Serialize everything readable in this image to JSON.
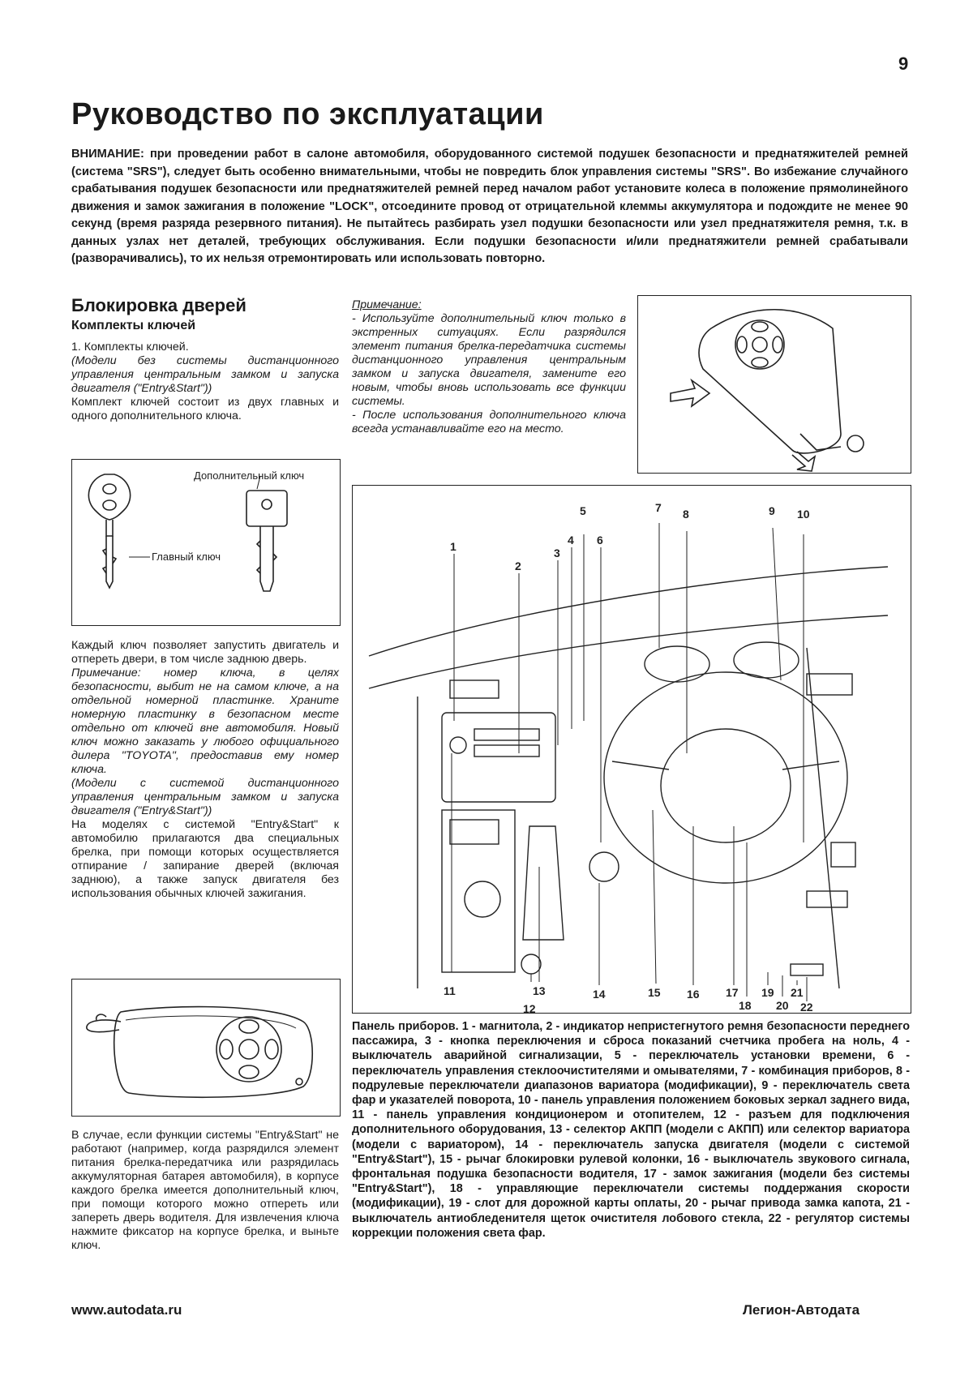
{
  "page": {
    "number": "9",
    "title": "Руководство по эксплуатации"
  },
  "warning": {
    "lead": "ВНИМАНИЕ:",
    "text": " при проведении работ в салоне автомобиля, оборудованного системой подушек безопасности и преднатяжителей ремней (система \"SRS\"), следует быть особенно внимательными, чтобы не повредить блок управления системы \"SRS\". Во избежание случайного срабатывания подушек безопасности или преднатяжителей ремней перед началом работ установите колеса в положение прямолинейного движения и замок зажигания в положение \"LOCK\", отсоедините провод от отрицательной клеммы аккумулятора и подождите не менее 90 секунд (время разряда резервного питания). Не пытайтесь разбирать узел подушки безопасности или узел преднатяжителя ремня, т.к. в данных узлах нет деталей, требующих обслуживания. Если подушки безопасности и/или преднатяжители ремней срабатывали (разворачивались), то их нельзя отремонтировать или использовать повторно."
  },
  "section": {
    "title": "Блокировка дверей",
    "subtitle": "Комплекты ключей"
  },
  "left_column": {
    "p1": "1. Комплекты ключей.",
    "p2": "(Модели без системы дистанционного управления центральным замком и запуска двигателя (\"Entry&Start\"))",
    "p3": "Комплект ключей состоит из двух главных и одного дополнительного ключа.",
    "p4": "Каждый ключ позволяет запустить двигатель и отпереть двери, в том числе заднюю дверь.",
    "p5": "Примечание: номер ключа, в целях безопасности, выбит не на самом ключе, а на отдельной номерной пластинке. Храните номерную пластинку в безопасном месте отдельно от ключей вне автомобиля. Новый ключ можно заказать у любого официального дилера \"TOYOTA\", предоставив ему номер ключа.",
    "p6": "(Модели с системой дистанционного управления центральным замком и запуска двигателя (\"Entry&Start\"))",
    "p7": "На моделях с системой \"Entry&Start\" к автомобилю прилагаются два специальных брелка, при помощи которых осуществляется отпирание / запирание дверей (включая заднюю), а также запуск двигателя без использования обычных ключей зажигания.",
    "p8": "В случае, если функции системы \"Entry&Start\" не работают (например, когда разрядился элемент питания брелка-передатчика или разрядилась аккумуляторная батарея автомобиля), в корпусе каждого брелка имеется дополнительный ключ, при помощи которого можно отпереть или запереть дверь водителя. Для извлечения ключа нажмите фиксатор на корпусе брелка, и выньте ключ."
  },
  "key_figure": {
    "label_aux": "Дополнительный ключ",
    "label_main": "Главный ключ"
  },
  "note_column": {
    "heading": "Примечание:",
    "p1": "- Используйте дополнительный ключ только в экстренных ситуациях. Если разрядился элемент питания брелка-передатчика системы дистанционного управления центральным замком и запуска двигателя, замените его новым, чтобы вновь использовать все функции системы.",
    "p2": "- После использования дополнительного ключа всегда устанавливайте его на место."
  },
  "dashboard_figure": {
    "callouts": [
      "1",
      "2",
      "3",
      "4",
      "5",
      "6",
      "7",
      "8",
      "9",
      "10",
      "11",
      "12",
      "13",
      "14",
      "15",
      "16",
      "17",
      "18",
      "19",
      "20",
      "21",
      "22"
    ]
  },
  "caption": {
    "text": "Панель приборов. 1 - магнитола, 2 - индикатор непристегнутого ремня безопасности переднего пассажира, 3 - кнопка переключения и сброса показаний счетчика пробега на ноль, 4 - выключатель аварийной сигнализации, 5 - переключатель установки времени, 6 - переключатель управления стеклоочистителями и омывателями, 7 - комбинация приборов, 8 - подрулевые переключатели диапазонов вариатора (модификации), 9 - переключатель света фар и указателей поворота, 10 - панель управления положением боковых зеркал заднего вида, 11 - панель управления кондиционером и отопителем, 12 - разъем для подключения дополнительного оборудования, 13 - селектор АКПП (модели с АКПП) или селектор вариатора (модели с вариатором), 14 - переключатель запуска двигателя (модели с системой \"Entry&Start\"), 15 - рычаг блокировки рулевой колонки, 16 - выключатель звукового сигнала, фронтальная подушка безопасности водителя, 17 - замок зажигания (модели без системы \"Entry&Start\"), 18 - управляющие переключатели системы поддержания скорости (модификации), 19 - слот для дорожной карты оплаты, 20 - рычаг привода замка капота, 21 - выключатель антиобледенителя щеток очистителя лобового стекла, 22 - регулятор системы коррекции положения света фар."
  },
  "footer": {
    "left": "www.autodata.ru",
    "right": "Легион-Автодата"
  }
}
